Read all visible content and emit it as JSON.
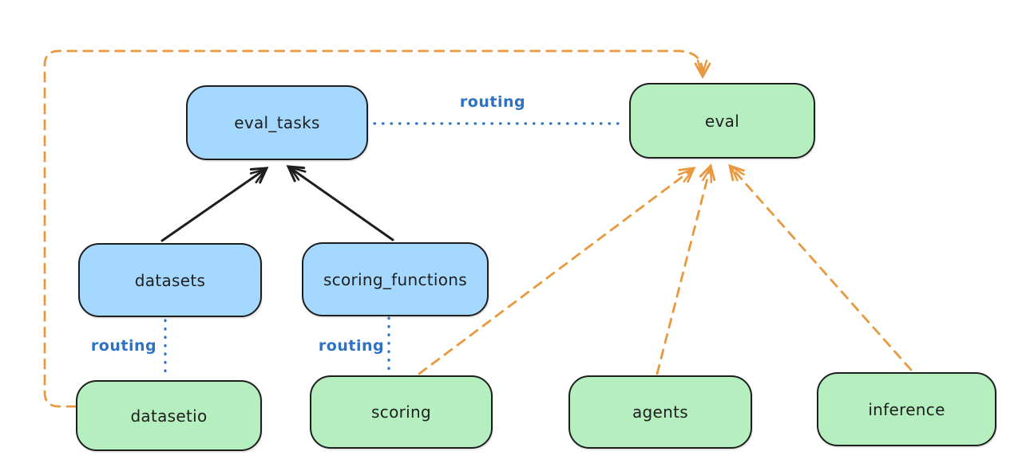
{
  "diagram": {
    "title": "llama-stack eval routing diagram",
    "background_color": "#ffffff",
    "colors": {
      "api_fill_blue": "#a5d8ff",
      "provider_fill_green": "#b5efbf",
      "node_stroke": "#1e1e1e",
      "routing_blue": "#2e72c4",
      "dashed_orange": "#e9983e"
    },
    "nodes": [
      {
        "id": "eval_tasks",
        "label": "eval_tasks",
        "fill": "blue"
      },
      {
        "id": "eval",
        "label": "eval",
        "fill": "green"
      },
      {
        "id": "datasets",
        "label": "datasets",
        "fill": "blue"
      },
      {
        "id": "scoring_functions",
        "label": "scoring_functions",
        "fill": "blue"
      },
      {
        "id": "datasetio",
        "label": "datasetio",
        "fill": "green"
      },
      {
        "id": "scoring",
        "label": "scoring",
        "fill": "green"
      },
      {
        "id": "agents",
        "label": "agents",
        "fill": "green"
      },
      {
        "id": "inference",
        "label": "inference",
        "fill": "green"
      }
    ],
    "edge_labels": {
      "routing_eval_tasks_eval": "routing",
      "routing_datasets_datasetio": "routing",
      "routing_scoring_functions_scoring": "routing"
    },
    "edges": [
      {
        "from": "datasets",
        "to": "eval_tasks",
        "style": "solid-black-arrow"
      },
      {
        "from": "scoring_functions",
        "to": "eval_tasks",
        "style": "solid-black-arrow"
      },
      {
        "from": "eval_tasks",
        "to": "eval",
        "style": "dotted-blue",
        "label": "routing"
      },
      {
        "from": "datasets",
        "to": "datasetio",
        "style": "dotted-blue",
        "label": "routing"
      },
      {
        "from": "scoring_functions",
        "to": "scoring",
        "style": "dotted-blue",
        "label": "routing"
      },
      {
        "from": "datasetio",
        "to": "eval",
        "style": "dashed-orange-arrow"
      },
      {
        "from": "scoring",
        "to": "eval",
        "style": "dashed-orange-arrow"
      },
      {
        "from": "agents",
        "to": "eval",
        "style": "dashed-orange-arrow"
      },
      {
        "from": "inference",
        "to": "eval",
        "style": "dashed-orange-arrow"
      }
    ]
  }
}
